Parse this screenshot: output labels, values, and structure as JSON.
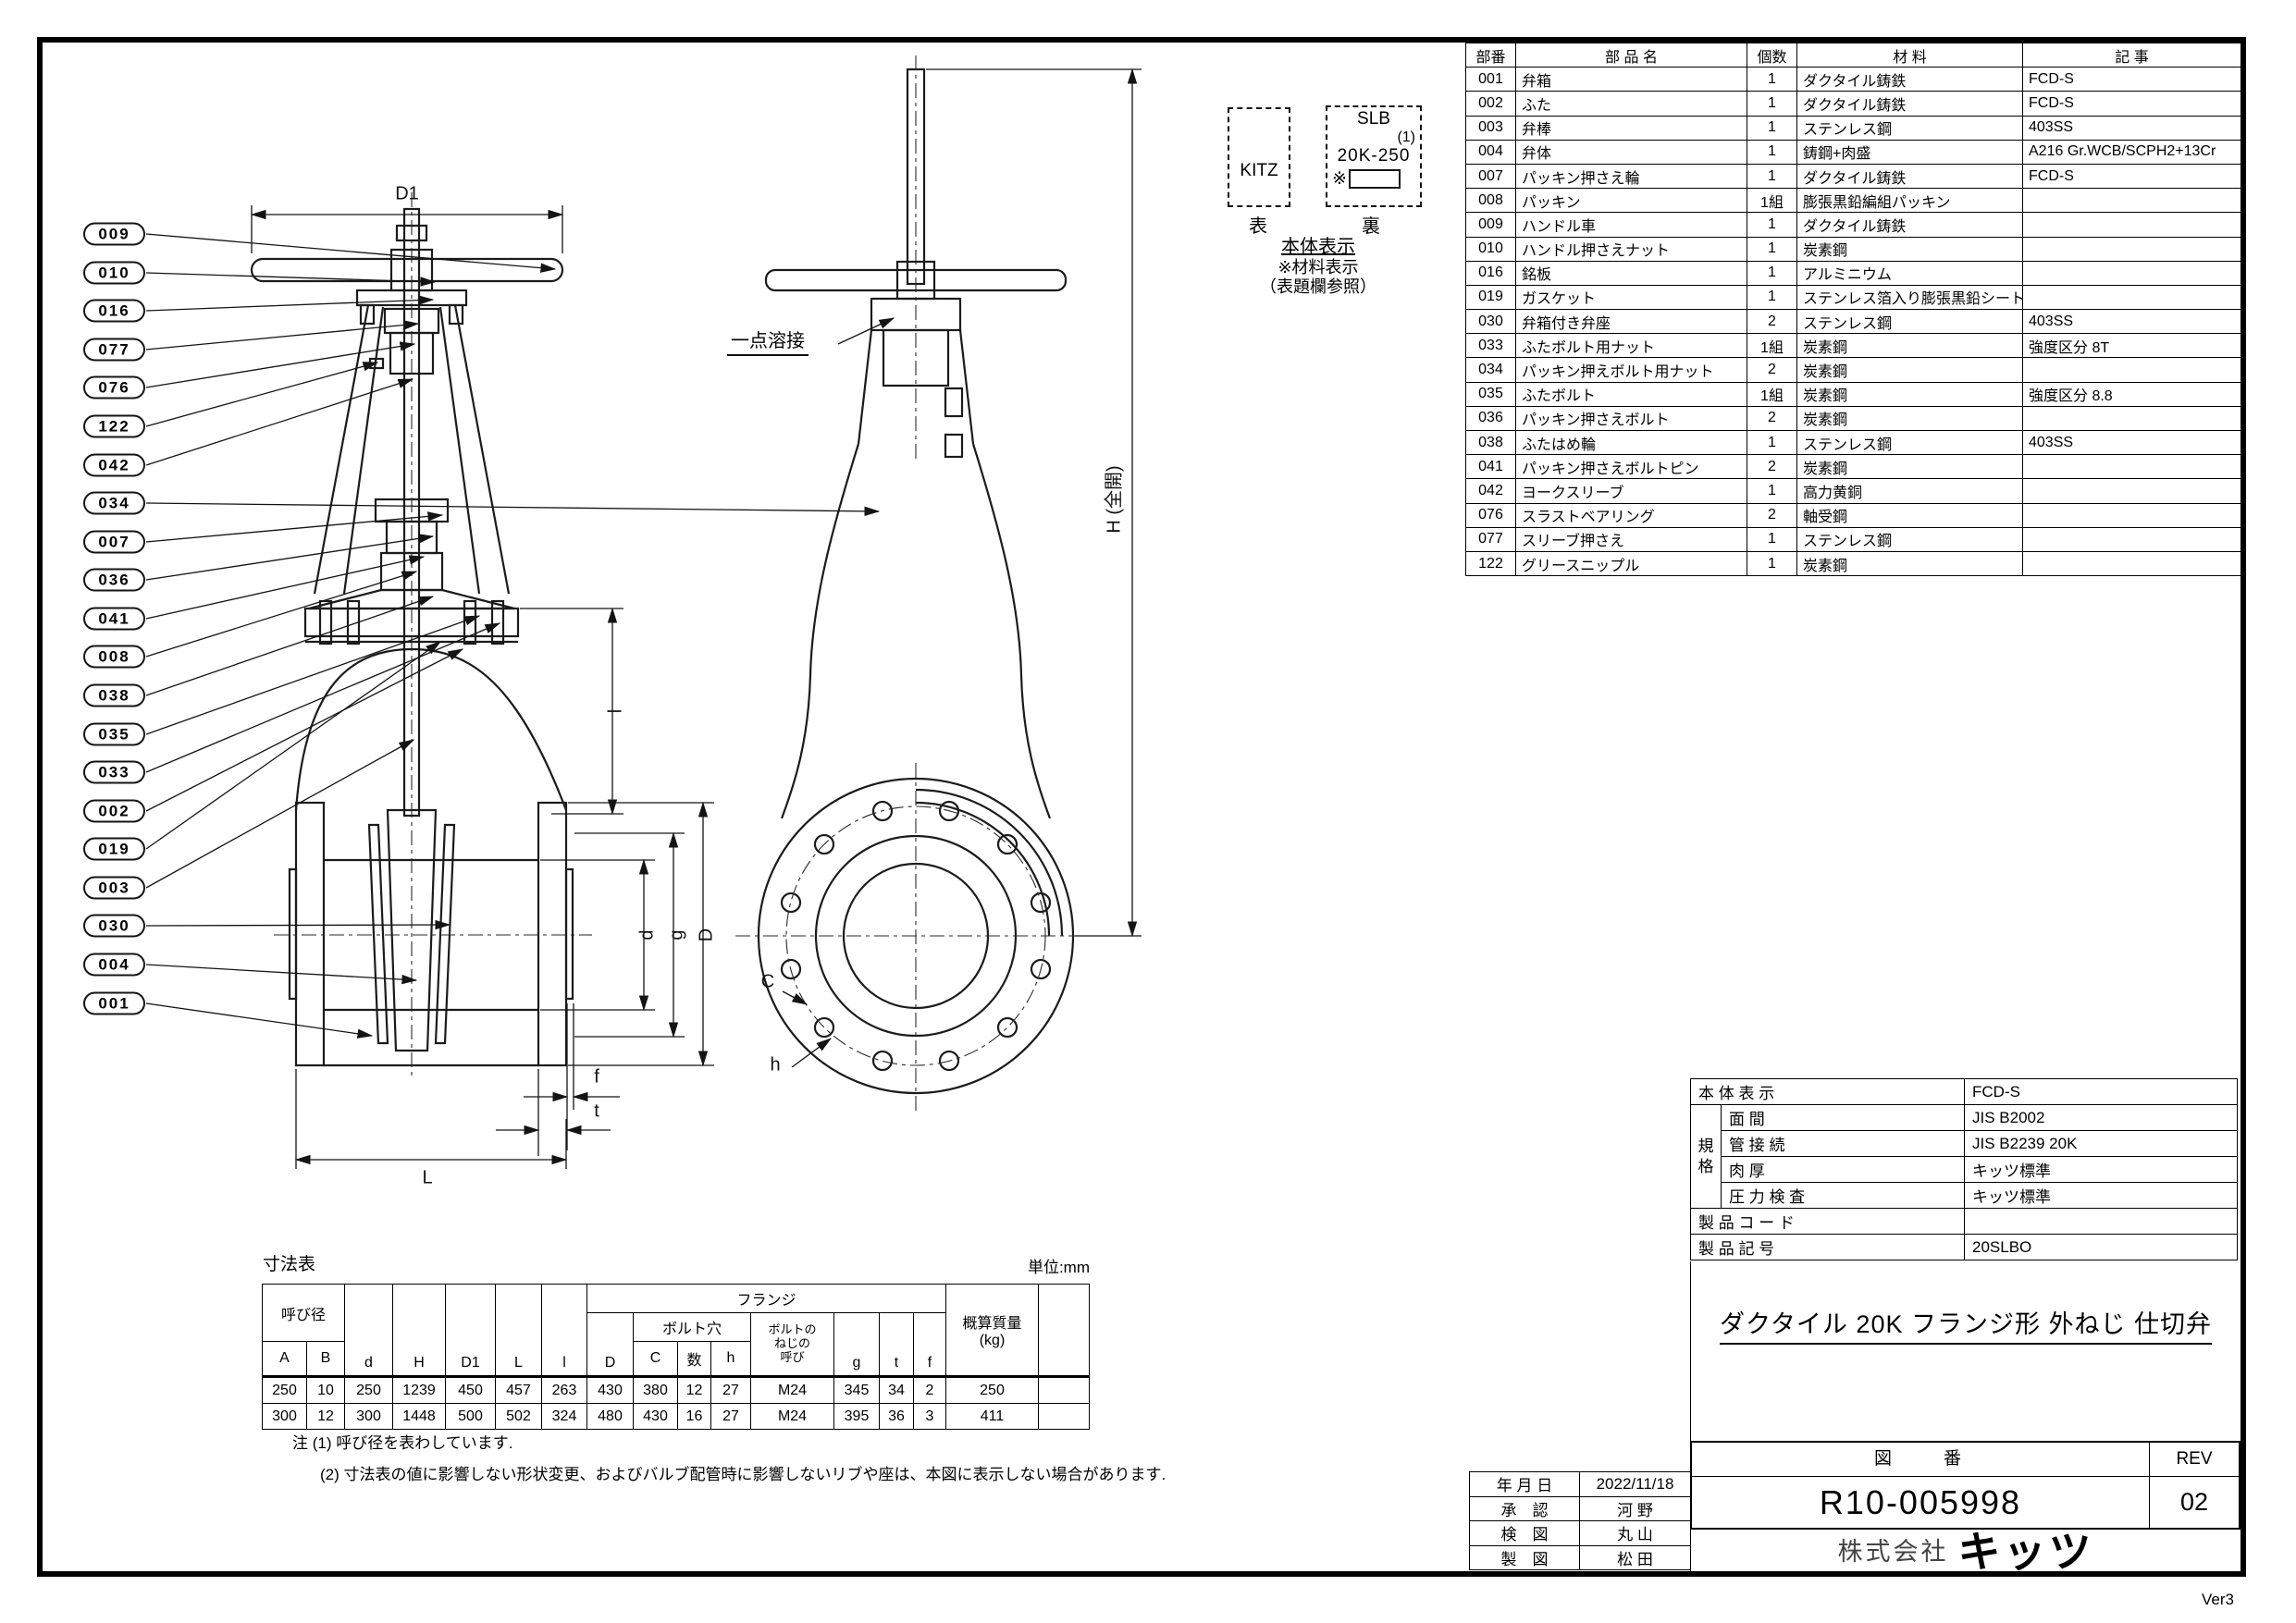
{
  "page": {
    "version": "Ver3"
  },
  "stamp": {
    "kitz": "KITZ",
    "front_label": "表",
    "back_label": "裏",
    "slb": "SLB",
    "slb_note": "(1)",
    "slb_size": "20K-250",
    "ref_mark": "※",
    "marking_title": "本体表示",
    "marking_line1": "※材料表示",
    "marking_line2": "（表題欄参照）"
  },
  "parts_table": {
    "headers": {
      "no": "部番",
      "name": "部 品 名",
      "qty": "個数",
      "material": "材  料",
      "remarks": "記  事"
    },
    "rows": [
      {
        "no": "001",
        "name": "弁箱",
        "qty": "1",
        "material": "ダクタイル鋳鉄",
        "remarks": "FCD-S"
      },
      {
        "no": "002",
        "name": "ふた",
        "qty": "1",
        "material": "ダクタイル鋳鉄",
        "remarks": "FCD-S"
      },
      {
        "no": "003",
        "name": "弁棒",
        "qty": "1",
        "material": "ステンレス鋼",
        "remarks": "403SS"
      },
      {
        "no": "004",
        "name": "弁体",
        "qty": "1",
        "material": "鋳鋼+肉盛",
        "remarks": "A216 Gr.WCB/SCPH2+13Cr"
      },
      {
        "no": "007",
        "name": "パッキン押さえ輪",
        "qty": "1",
        "material": "ダクタイル鋳鉄",
        "remarks": "FCD-S"
      },
      {
        "no": "008",
        "name": "パッキン",
        "qty": "1組",
        "material": "膨張黒鉛編組パッキン",
        "remarks": ""
      },
      {
        "no": "009",
        "name": "ハンドル車",
        "qty": "1",
        "material": "ダクタイル鋳鉄",
        "remarks": ""
      },
      {
        "no": "010",
        "name": "ハンドル押さえナット",
        "qty": "1",
        "material": "炭素鋼",
        "remarks": ""
      },
      {
        "no": "016",
        "name": "銘板",
        "qty": "1",
        "material": "アルミニウム",
        "remarks": ""
      },
      {
        "no": "019",
        "name": "ガスケット",
        "qty": "1",
        "material": "ステンレス箔入り膨張黒鉛シート",
        "remarks": ""
      },
      {
        "no": "030",
        "name": "弁箱付き弁座",
        "qty": "2",
        "material": "ステンレス鋼",
        "remarks": "403SS"
      },
      {
        "no": "033",
        "name": "ふたボルト用ナット",
        "qty": "1組",
        "material": "炭素鋼",
        "remarks": "強度区分 8T"
      },
      {
        "no": "034",
        "name": "パッキン押えボルト用ナット",
        "qty": "2",
        "material": "炭素鋼",
        "remarks": ""
      },
      {
        "no": "035",
        "name": "ふたボルト",
        "qty": "1組",
        "material": "炭素鋼",
        "remarks": "強度区分 8.8"
      },
      {
        "no": "036",
        "name": "パッキン押さえボルト",
        "qty": "2",
        "material": "炭素鋼",
        "remarks": ""
      },
      {
        "no": "038",
        "name": "ふたはめ輪",
        "qty": "1",
        "material": "ステンレス鋼",
        "remarks": "403SS"
      },
      {
        "no": "041",
        "name": "パッキン押さえボルトピン",
        "qty": "2",
        "material": "炭素鋼",
        "remarks": ""
      },
      {
        "no": "042",
        "name": "ヨークスリーブ",
        "qty": "1",
        "material": "高力黄銅",
        "remarks": ""
      },
      {
        "no": "076",
        "name": "スラストベアリング",
        "qty": "2",
        "material": "軸受鋼",
        "remarks": ""
      },
      {
        "no": "077",
        "name": "スリーブ押さえ",
        "qty": "1",
        "material": "ステンレス鋼",
        "remarks": ""
      },
      {
        "no": "122",
        "name": "グリースニップル",
        "qty": "1",
        "material": "炭素鋼",
        "remarks": ""
      }
    ]
  },
  "drawing": {
    "balloons": [
      "009",
      "010",
      "016",
      "077",
      "076",
      "122",
      "042",
      "034",
      "007",
      "036",
      "041",
      "008",
      "038",
      "035",
      "033",
      "002",
      "019",
      "003",
      "030",
      "004",
      "001"
    ],
    "labels": {
      "d1": "D1",
      "h_full": "H (全開)",
      "spot_weld": "一点溶接",
      "l_small": "l",
      "d": "d",
      "g": "g",
      "dd": "D",
      "f": "f",
      "t": "t",
      "l_big": "L",
      "c": "C",
      "h": "h"
    }
  },
  "dim_table": {
    "title": "寸法表",
    "unit": "単位:mm",
    "headers": {
      "nominal": "呼び径",
      "flange": "フランジ",
      "bolt_hole": "ボルト穴",
      "bolt_thread": "ボルトの\nねじの\n呼び",
      "a": "A",
      "b": "B",
      "d": "d",
      "h_dim": "H",
      "d1": "D1",
      "l_big": "L",
      "l_small": "l",
      "dd": "D",
      "c": "C",
      "count": "数",
      "hole": "h",
      "g": "g",
      "t": "t",
      "f": "f",
      "mass": "概算質量",
      "mass_unit": "(kg)"
    },
    "rows": [
      {
        "a": "250",
        "b": "10",
        "d": "250",
        "h": "1239",
        "d1": "450",
        "l_big": "457",
        "l_small": "263",
        "dd": "430",
        "c": "380",
        "count": "12",
        "hole": "27",
        "thread": "M24",
        "g": "345",
        "t": "34",
        "f": "2",
        "mass": "250"
      },
      {
        "a": "300",
        "b": "12",
        "d": "300",
        "h": "1448",
        "d1": "500",
        "l_big": "502",
        "l_small": "324",
        "dd": "480",
        "c": "430",
        "count": "16",
        "hole": "27",
        "thread": "M24",
        "g": "395",
        "t": "36",
        "f": "3",
        "mass": "411"
      }
    ],
    "note1": "注 (1) 呼び径を表わしています.",
    "note2": "(2) 寸法表の値に影響しない形状変更、およびバルブ配管時に影響しないリブや座は、本図に表示しない場合があります."
  },
  "spec_table": {
    "group_label": "規\n格",
    "body_marking": {
      "label": "本 体 表 示",
      "value": "FCD-S"
    },
    "face_to_face": {
      "label": "面  間",
      "value": "JIS B2002"
    },
    "pipe_connection": {
      "label": "管 接 続",
      "value": "JIS  B2239   20K"
    },
    "wall_thickness": {
      "label": "肉  厚",
      "value": "キッツ標準"
    },
    "pressure_test": {
      "label": "圧 力 検 査",
      "value": "キッツ標準"
    },
    "product_code": {
      "label": "製 品 コ ー ド",
      "value": ""
    },
    "product_symbol": {
      "label": "製 品 記 号",
      "value": "20SLBO"
    }
  },
  "title_block": {
    "product_title": "ダクタイル 20K フランジ形 外ねじ 仕切弁",
    "drawing_no_label": "図　　番",
    "rev_label": "REV",
    "drawing_no": "R10-005998",
    "rev": "02",
    "company_prefix": "株式会社",
    "company_name": "キッツ"
  },
  "approval": {
    "date": {
      "label": "年 月 日",
      "value": "2022/11/18"
    },
    "approved": {
      "label": "承　認",
      "value": "河 野"
    },
    "checked": {
      "label": "検　図",
      "value": "丸 山"
    },
    "drawn": {
      "label": "製　図",
      "value": "松 田"
    }
  }
}
